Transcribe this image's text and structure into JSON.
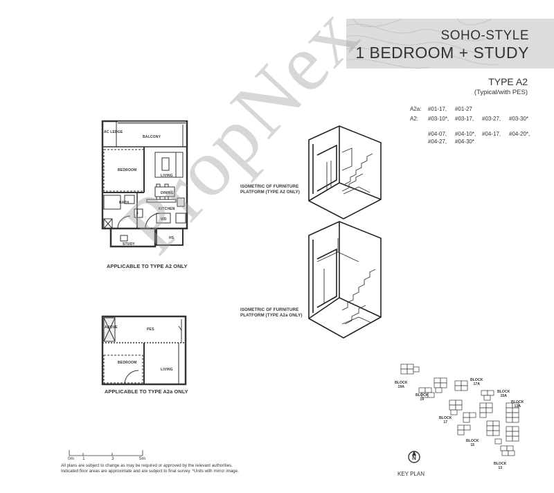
{
  "header": {
    "title_line1": "SOHO-STYLE",
    "title_line2": "1 BEDROOM + STUDY"
  },
  "type_info": {
    "title": "TYPE A2",
    "subtitle": "(Typical/with PES)",
    "units": [
      {
        "label": "A2a:",
        "cells": [
          "#01-17,",
          "#01-27"
        ]
      },
      {
        "label": "A2:",
        "cells": [
          "#03-10*,",
          "#03-17,",
          "#03-27,",
          "#03-30*"
        ]
      },
      {
        "label": "",
        "cells": [
          "#04-07,",
          "#04-10*,",
          "#04-17,",
          "#04-20*,"
        ]
      },
      {
        "label": "",
        "cells": [
          "#04-27,",
          "#04-30*"
        ]
      }
    ]
  },
  "plan_a2": {
    "caption": "APPLICABLE TO TYPE A2 ONLY",
    "rooms": {
      "ac_ledge": "AC LEDGE",
      "balcony": "BALCONY",
      "bedroom": "BEDROOM",
      "living": "LIVING",
      "dining": "DINING",
      "bath": "BATH",
      "kitchen": "KITCHEN",
      "f": "F",
      "wd": "WD",
      "study": "STUDY",
      "hs": "HS"
    }
  },
  "plan_a2a": {
    "caption": "APPLICABLE TO TYPE A2a ONLY",
    "rooms": {
      "above": "ABOVE",
      "pes": "PES",
      "bedroom": "BEDROOM",
      "living": "LIVING"
    }
  },
  "isometric": {
    "a2_caption_line1": "ISOMETRIC OF FURNITURE",
    "a2_caption_line2": "PLATFORM (TYPE A2 ONLY)",
    "a2a_caption_line1": "ISOMETRIC OF FURNITURE",
    "a2a_caption_line2": "PLATFORM (TYPE A2a ONLY)"
  },
  "scale": {
    "labels": [
      "0m",
      "1",
      "3",
      "5m"
    ]
  },
  "footnote": {
    "line1": "All plans are subject to change as may be required or approved by the relevant authorities.",
    "line2": "Indicated floor areas are approximate and are subject to final survey. *Units with mirror image."
  },
  "key_plan": {
    "label": "KEY PLAN",
    "north_letter": "N",
    "blocks": [
      {
        "l1": "BLOCK",
        "l2": "19A"
      },
      {
        "l1": "BLOCK",
        "l2": "19"
      },
      {
        "l1": "BLOCK",
        "l2": "17A"
      },
      {
        "l1": "BLOCK",
        "l2": "15A"
      },
      {
        "l1": "BLOCK",
        "l2": "13A"
      },
      {
        "l1": "BLOCK",
        "l2": "17"
      },
      {
        "l1": "BLOCK",
        "l2": "15"
      },
      {
        "l1": "BLOCK",
        "l2": "13"
      }
    ]
  },
  "watermark": {
    "text": "PropNex"
  },
  "colors": {
    "line": "#333333",
    "header_bg": "#dcdcdc",
    "watermark": "#a0a0a0"
  }
}
